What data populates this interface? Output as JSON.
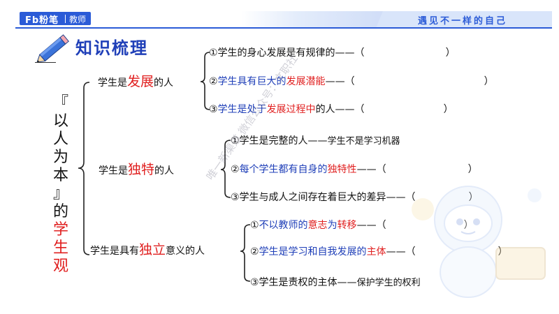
{
  "header": {
    "logo_text": "Fb粉笔",
    "logo_sub": "教师",
    "slogan": "遇见不一样的自己"
  },
  "title": "知识梳理",
  "vertical_title": {
    "chars": [
      "『",
      "以",
      "人",
      "为",
      "本",
      "』",
      "的",
      "学",
      "生",
      "观"
    ]
  },
  "branches": [
    {
      "pre": "学生是",
      "key": "发展",
      "post": "的人",
      "items": [
        {
          "parts": [
            {
              "t": "①学生的身心发展是有规律的——（",
              "c": "k"
            },
            {
              "t": "）",
              "c": "k"
            }
          ]
        },
        {
          "parts": [
            {
              "t": "②",
              "c": "k"
            },
            {
              "t": "学生具有巨大的",
              "c": "b"
            },
            {
              "t": "发展潜能",
              "c": "r"
            },
            {
              "t": "——（",
              "c": "k"
            },
            {
              "t": "）",
              "c": "k"
            }
          ]
        },
        {
          "parts": [
            {
              "t": "③",
              "c": "k"
            },
            {
              "t": "学生是处于",
              "c": "b"
            },
            {
              "t": "发展过程中",
              "c": "r"
            },
            {
              "t": "的人——（",
              "c": "k"
            },
            {
              "t": "）",
              "c": "k"
            }
          ]
        }
      ]
    },
    {
      "pre": "学生是",
      "key": "独特",
      "post": "的人",
      "items": [
        {
          "parts": [
            {
              "t": "①学生是完整的人——",
              "c": "k"
            },
            {
              "t": "学生不是学习机器",
              "c": "n"
            }
          ]
        },
        {
          "parts": [
            {
              "t": "②",
              "c": "k"
            },
            {
              "t": "每个学生都有自身的",
              "c": "b"
            },
            {
              "t": "独特性",
              "c": "r"
            },
            {
              "t": "——（",
              "c": "k"
            },
            {
              "t": "）",
              "c": "k"
            }
          ]
        },
        {
          "parts": [
            {
              "t": "③学生与成人之间存在着巨大的差异——（",
              "c": "k"
            },
            {
              "t": "）",
              "c": "k"
            }
          ]
        }
      ]
    },
    {
      "pre": "学生是具有",
      "key": "独立",
      "post": "意义的人",
      "items": [
        {
          "parts": [
            {
              "t": "①",
              "c": "k"
            },
            {
              "t": "不以教师的",
              "c": "b"
            },
            {
              "t": "意志",
              "c": "r"
            },
            {
              "t": "为",
              "c": "b"
            },
            {
              "t": "转移",
              "c": "r"
            },
            {
              "t": "——（",
              "c": "k"
            },
            {
              "t": "）",
              "c": "k"
            }
          ]
        },
        {
          "parts": [
            {
              "t": "②",
              "c": "k"
            },
            {
              "t": "学生是学习和自我发展的",
              "c": "b"
            },
            {
              "t": "主体",
              "c": "r"
            },
            {
              "t": "——（",
              "c": "k"
            },
            {
              "t": "）",
              "c": "k"
            }
          ]
        },
        {
          "parts": [
            {
              "t": "③学生是责权的主体——",
              "c": "k"
            },
            {
              "t": "保护学生的权利",
              "c": "n"
            }
          ]
        }
      ]
    }
  ],
  "watermark": "唯一新渠道 微信公众号：文职社",
  "icons": [
    "pencil-icon",
    "mascot-illustration"
  ],
  "colors": {
    "blue": "#1f3fb8",
    "red": "#e02020",
    "header_blue": "#2b5bd7"
  }
}
